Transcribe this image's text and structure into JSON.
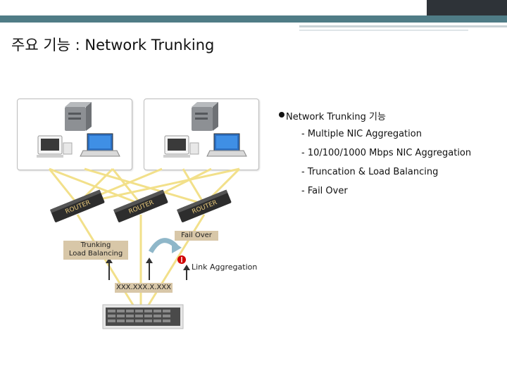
{
  "slide": {
    "title": "주요 기능 : Network Trunking",
    "colors": {
      "header_teal": "#4f7c86",
      "header_dark": "#2e3338",
      "label_box": "#d8c7a8",
      "link_line": "#f2e08a",
      "alert": "#d10000"
    }
  },
  "features": {
    "heading": "Network Trunking 기능",
    "items": [
      "- Multiple NIC Aggregation",
      "- 10/100/1000 Mbps NIC Aggregation",
      "- Truncation & Load Balancing",
      "- Fail Over"
    ]
  },
  "diagram": {
    "routers": [
      "ROUTER",
      "ROUTER",
      "ROUTER"
    ],
    "fail_over_label": "Fail Over",
    "trunking_label": "Trunking\nLoad Balancing",
    "link_aggregation_label": "Link Aggregation",
    "ip_label": "XXX.XXX.X.XXX",
    "icons": [
      "server-tower-icon",
      "imac-icon",
      "laptop-icon",
      "router-icon",
      "rack-server-icon",
      "curved-arrow-icon",
      "up-arrow-icon",
      "fail-marker-icon"
    ]
  }
}
